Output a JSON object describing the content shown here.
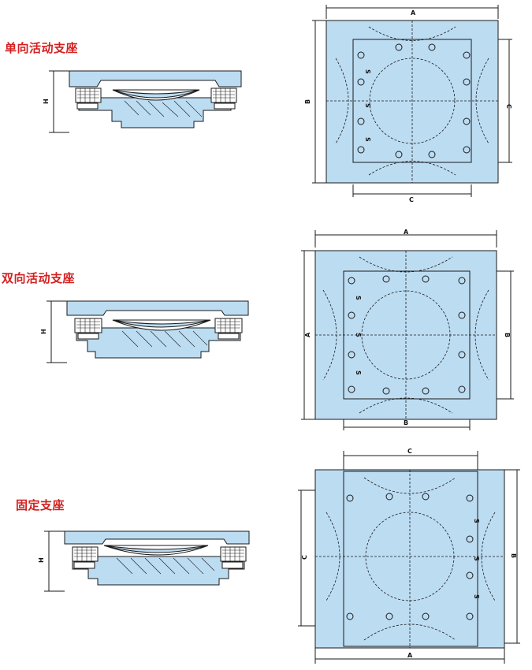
{
  "sections": [
    {
      "title": "单向活动支座",
      "section_label": "H",
      "plan_labels": {
        "top": "A",
        "bottom": "C",
        "left": "B",
        "right": "C",
        "bolt": [
          "S",
          "S",
          "S"
        ]
      }
    },
    {
      "title": "双向活动支座",
      "section_label": "H",
      "plan_labels": {
        "top": "A",
        "bottom": "B",
        "left": "A",
        "right": "B",
        "bolt": [
          "S",
          "S",
          "S"
        ]
      }
    },
    {
      "title": "固定支座",
      "section_label": "H",
      "plan_labels": {
        "top": "C",
        "bottom": "A",
        "left": "C",
        "right": "B",
        "bolt": [
          "S",
          "S",
          "S"
        ]
      }
    }
  ],
  "colors": {
    "fill": "#bcdcf2",
    "line": "#1a1a1a",
    "title": "#d42020"
  }
}
